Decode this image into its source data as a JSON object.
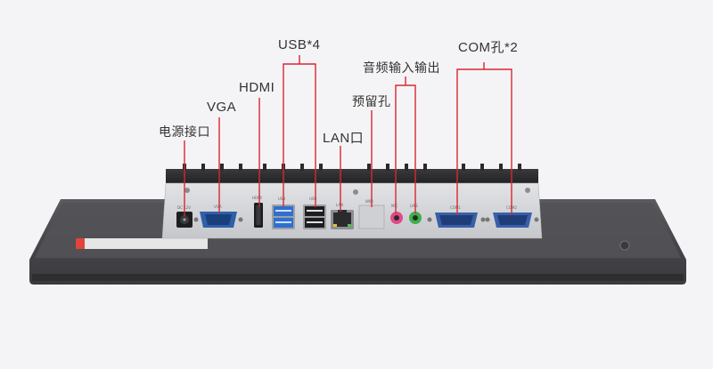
{
  "labels": {
    "usb": "USB*4",
    "com": "COM孔*2",
    "audio": "音频输入输出",
    "hdmi": "HDMI",
    "reserved": "预留孔",
    "vga": "VGA",
    "lan": "LAN口",
    "power": "电源接口"
  },
  "port_silkscreen": {
    "dc": "DC 12V",
    "vga": "VGA",
    "hdmi": "HDMI",
    "usb3": "USB",
    "usb2": "USB",
    "lan": "LAN",
    "reserved": "WIFI",
    "mic": "MIC",
    "line_out": "LINE",
    "com1": "COM1",
    "com2": "COM2"
  },
  "colors": {
    "line_red": "#d9272e",
    "panel_dark": "#4a4a4e",
    "io_plate": "#d6d7da",
    "usb3_blue": "#2f6fd0",
    "com_blue": "#3a5fa8",
    "mic_pink": "#e04a8a",
    "line_green": "#3db04a"
  },
  "icons": [
    "power-jack-icon",
    "vga-port-icon",
    "hdmi-port-icon",
    "usb3-port-icon",
    "usb2-port-icon",
    "lan-port-icon",
    "reserved-hole-icon",
    "mic-jack-icon",
    "line-out-jack-icon",
    "com-port-icon"
  ]
}
